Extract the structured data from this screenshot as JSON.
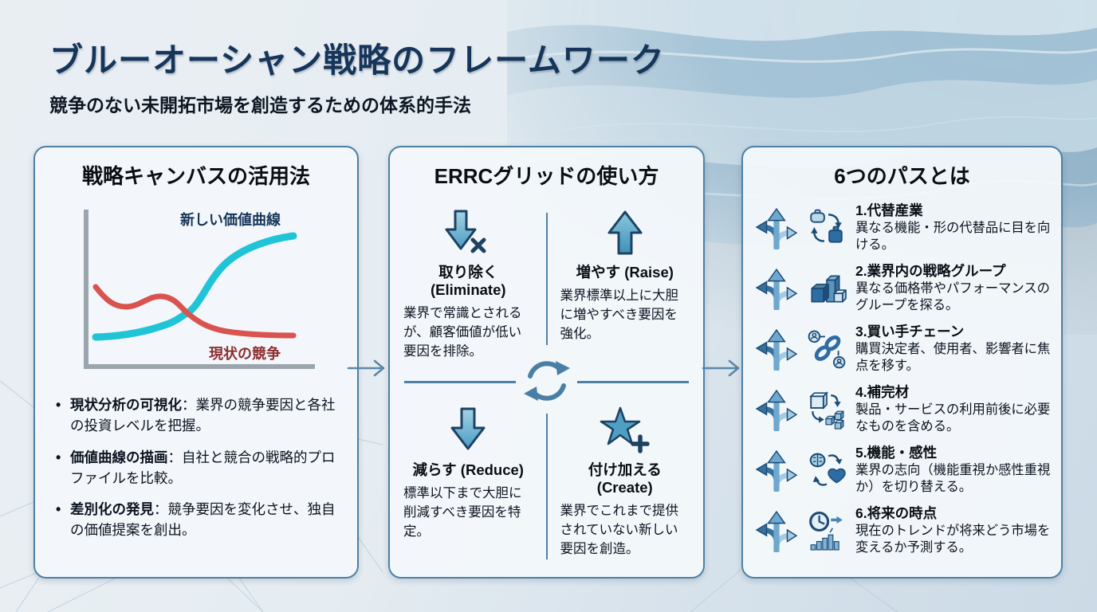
{
  "page": {
    "title": "ブルーオーシャン戦略のフレームワーク",
    "subtitle": "競争のない未開拓市場を創造するための体系的手法"
  },
  "colors": {
    "accent_border": "#4d80a6",
    "title_navy": "#16355a",
    "curve_new": "#1fc4d7",
    "curve_current": "#d9534f",
    "label_current": "#8c2f2f",
    "axis_gray": "#9aa5ad"
  },
  "left_panel": {
    "title": "戦略キャンバスの活用法",
    "chart": {
      "type": "line",
      "series": [
        {
          "name": "新しい価値曲線",
          "color": "#1fc4d7",
          "points": [
            [
              0,
              1.8
            ],
            [
              2,
              2.2
            ],
            [
              3,
              2.9
            ],
            [
              4,
              3.6
            ],
            [
              5,
              5.2
            ],
            [
              6,
              7.2
            ],
            [
              7,
              8.6
            ],
            [
              8,
              9.3
            ],
            [
              9,
              9.6
            ]
          ]
        },
        {
          "name": "現状の競争",
          "color": "#d9534f",
          "points": [
            [
              0,
              6.9
            ],
            [
              1,
              5.4
            ],
            [
              1.6,
              5.6
            ],
            [
              2.4,
              6.1
            ],
            [
              3.2,
              5.4
            ],
            [
              4,
              4.4
            ],
            [
              5,
              3.4
            ],
            [
              6,
              2.9
            ],
            [
              7,
              2.7
            ],
            [
              8,
              2.6
            ],
            [
              9,
              2.5
            ]
          ]
        }
      ],
      "label_new": "新しい価値曲線",
      "label_current": "現状の競争",
      "axes_labeled": false
    },
    "bullets": [
      {
        "head": "現状分析の可視化",
        "tail": "：業界の競争要因と各社の投資レベルを把握。"
      },
      {
        "head": "価値曲線の描画",
        "tail": "：自社と競合の戦略的プロファイルを比較。"
      },
      {
        "head": "差別化の発見",
        "tail": "：競争要因を変化させ、独自の価値提案を創出。"
      }
    ]
  },
  "middle_panel": {
    "title": "ERRCグリッドの使い方",
    "center_icon": "cycle-icon",
    "quadrants": [
      {
        "icon": "arrow-down-x-icon",
        "label": "取り除く (Eliminate)",
        "desc": "業界で常識とされるが、顧客価値が低い要因を排除。"
      },
      {
        "icon": "arrow-up-icon",
        "label": "増やす (Raise)",
        "desc": "業界標準以上に大胆に増やすべき要因を強化。"
      },
      {
        "icon": "arrow-down-icon",
        "label": "減らす (Reduce)",
        "desc": "標準以下まで大胆に削減すべき要因を特定。"
      },
      {
        "icon": "star-plus-icon",
        "label": "付け加える",
        "label2": "(Create)",
        "desc": "業界でこれまで提供されていない新しい要因を創造。"
      }
    ]
  },
  "right_panel": {
    "title": "6つのパスとは",
    "items": [
      {
        "icon": "substitute-industries-icon",
        "title": "1.代替産業",
        "desc": "異なる機能・形の代替品に目を向ける。"
      },
      {
        "icon": "strategic-groups-icon",
        "title": "2.業界内の戦略グループ",
        "desc": "異なる価格帯やパフォーマンスのグループを探る。"
      },
      {
        "icon": "buyer-chain-icon",
        "title": "3.買い手チェーン",
        "desc": "購買決定者、使用者、影響者に焦点を移す。"
      },
      {
        "icon": "complements-icon",
        "title": "4.補完材",
        "desc": "製品・サービスの利用前後に必要なものを含める。"
      },
      {
        "icon": "functional-emotional-icon",
        "title": "5.機能・感性",
        "desc": "業界の志向（機能重視か感性重視か）を切り替える。"
      },
      {
        "icon": "future-time-icon",
        "title": "6.将来の時点",
        "desc": "現在のトレンドが将来どう市場を変えるか予測する。"
      }
    ]
  }
}
